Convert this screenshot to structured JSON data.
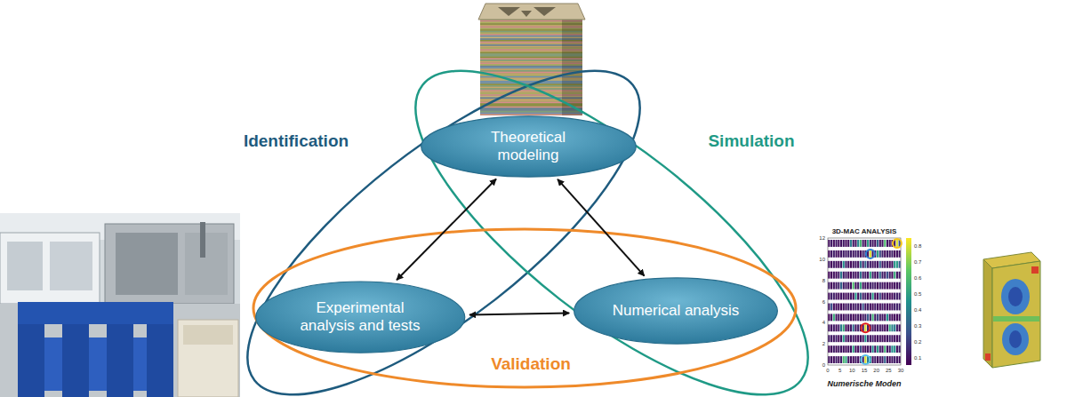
{
  "diagram": {
    "nodes": [
      {
        "text": [
          "Theoretical modeling"
        ]
      },
      {
        "text": [
          "Experimental analysis and tests"
        ]
      },
      {
        "text": [
          "Numerical analysis"
        ]
      }
    ],
    "edges": [
      {
        "from": 0,
        "to": 1,
        "arrow": "both"
      },
      {
        "from": 0,
        "to": 2,
        "arrow": "both"
      },
      {
        "from": 1,
        "to": 2,
        "arrow": "both"
      }
    ],
    "labels": [
      "Identification",
      "Simulation",
      "Validation",
      "3D-MAC ANALYSIS",
      "0",
      "2",
      "4",
      "6",
      "8",
      "10",
      "12",
      "0",
      "5",
      "10",
      "15",
      "20",
      "25",
      "30",
      "0.1",
      "0.2",
      "0.3",
      "0.4",
      "0.5",
      "0.6",
      "0.7",
      "0.8",
      "Numerische Moden"
    ]
  }
}
